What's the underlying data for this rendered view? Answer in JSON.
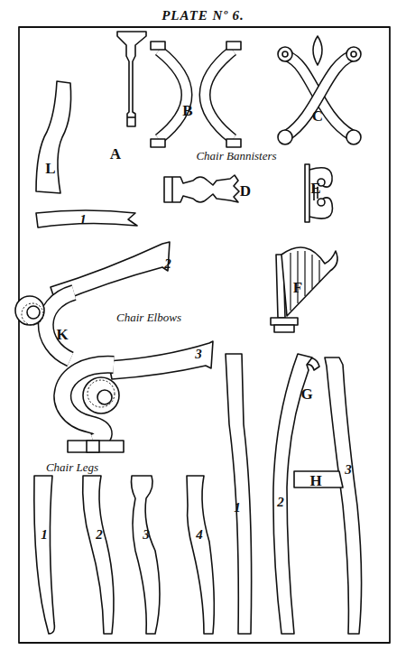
{
  "diagram": {
    "title": "PLATE Nº 6.",
    "labels": [
      "A",
      "B",
      "C",
      "Chair Bannisters",
      "L",
      "D",
      "E",
      "1",
      "2",
      "Chair Elbows",
      "K",
      "F",
      "3",
      "G",
      "Chair Legs",
      "1",
      "2",
      "3",
      "4",
      "1",
      "2",
      "H",
      "3"
    ]
  }
}
